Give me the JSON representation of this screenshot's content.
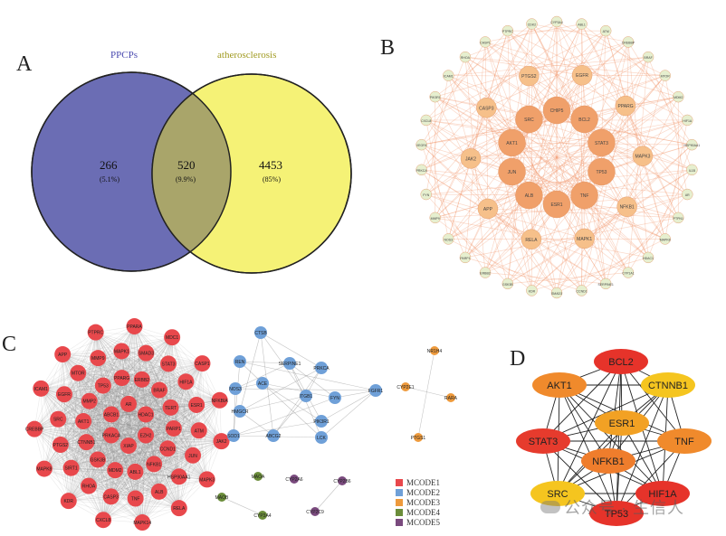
{
  "panels": {
    "a": "A",
    "b": "B",
    "c": "C",
    "d": "D"
  },
  "venn": {
    "set_left": "PPCPs",
    "set_right": "atherosclerosis",
    "left_count": "266",
    "left_pct": "(5.1%)",
    "overlap_count": "520",
    "overlap_pct": "(9.9%)",
    "right_count": "4453",
    "right_pct": "(85%)",
    "colors": {
      "left": "#6b6db4",
      "right": "#f5f276",
      "overlap": "#a9a56a"
    }
  },
  "network_b": {
    "inner_nodes": [
      "CHIP5",
      "BCL2",
      "STAT3",
      "TP53",
      "TNF",
      "ESR1",
      "ALB",
      "JUN",
      "AKT1",
      "SRC",
      "EGFR",
      "PPARG",
      "MAPK3",
      "NFKB1",
      "MAPK1",
      "RELA",
      "APP",
      "JAK2",
      "CASP3",
      "PTGS2"
    ],
    "outer_nodes": [
      "CYP3A4",
      "ABL1",
      "ATM",
      "CREBBP",
      "BRAF",
      "MTOR",
      "MDM2",
      "HIF1A",
      "HSP90AA1",
      "IL1B",
      "AR",
      "PTPN1",
      "MAPK8",
      "HDAC1",
      "CYP1A1",
      "SERPINE1",
      "CCND1",
      "SMAD3",
      "KDR",
      "GSK3B",
      "ERBB2",
      "PARP1",
      "NOS3",
      "MMP9",
      "FYN",
      "PRKCA",
      "VEGFA",
      "CXCL8",
      "PIK3R1",
      "ICAM1",
      "RHOA",
      "CASP1",
      "PTPRC",
      "CDK2"
    ]
  },
  "cluster_c": {
    "mcode1": [
      "AR",
      "HDAC1",
      "EZH2",
      "XIAP",
      "PRKACA",
      "ABCB1",
      "ERBB2",
      "BRAF",
      "TERT",
      "PARP1",
      "CCND1",
      "NFKB1",
      "ABL1",
      "MDM2",
      "GSK3B",
      "CTNNB1",
      "AKT1",
      "MMP2",
      "TP53",
      "PPARG",
      "STAT3",
      "HIF1A",
      "ESR1",
      "ATM",
      "JUN",
      "HSP90AA1",
      "ALB",
      "TNF",
      "CASP3",
      "RHOA",
      "SIRT1",
      "PTGS2",
      "SRC",
      "EGFR",
      "MTOR",
      "MMP9",
      "MAPK1",
      "SMAD3",
      "CASP1",
      "NFKBIA",
      "JAK2",
      "MAPK3",
      "RELA",
      "MAPK14",
      "CXCL8",
      "KDR",
      "MAPK8",
      "CREBBP",
      "ICAM1",
      "APP",
      "PTPRC",
      "PPARA",
      "MDC1"
    ],
    "mcode2": [
      "CTSB",
      "REN",
      "SERPINE1",
      "PRKCA",
      "NOS3",
      "ACE",
      "ITGB1",
      "FYN",
      "FGFR1",
      "HMGCR",
      "PIK3R1",
      "SOD1",
      "ABCG2",
      "LCK"
    ],
    "mcode3": [
      "NR1H4",
      "CYP2E1",
      "RARA",
      "PTGS1"
    ],
    "mcode4": [
      "MAOA",
      "MAOB",
      "CYP3A4"
    ],
    "mcode5": [
      "CYP2A6",
      "CYP2B6",
      "CYP2C9"
    ]
  },
  "legend": {
    "items": [
      {
        "label": "MCODE1",
        "color": "#e8484c"
      },
      {
        "label": "MCODE2",
        "color": "#6fa0d8"
      },
      {
        "label": "MCODE3",
        "color": "#ee9a3c"
      },
      {
        "label": "MCODE4",
        "color": "#6b8d3a"
      },
      {
        "label": "MCODE5",
        "color": "#7a4a7e"
      }
    ]
  },
  "hub_d": {
    "nodes": [
      {
        "label": "BCL2",
        "color": "#e6332a"
      },
      {
        "label": "AKT1",
        "color": "#f08a2c"
      },
      {
        "label": "CTNNB1",
        "color": "#f5c51f"
      },
      {
        "label": "ESR1",
        "color": "#f2a124"
      },
      {
        "label": "STAT3",
        "color": "#e63b2d"
      },
      {
        "label": "TNF",
        "color": "#f08a2c"
      },
      {
        "label": "NFKB1",
        "color": "#ef7d2c"
      },
      {
        "label": "SRC",
        "color": "#f5c51f"
      },
      {
        "label": "HIF1A",
        "color": "#e6332a"
      },
      {
        "label": "TP53",
        "color": "#e6332a"
      }
    ]
  },
  "watermark": "公众号 · 生信人"
}
